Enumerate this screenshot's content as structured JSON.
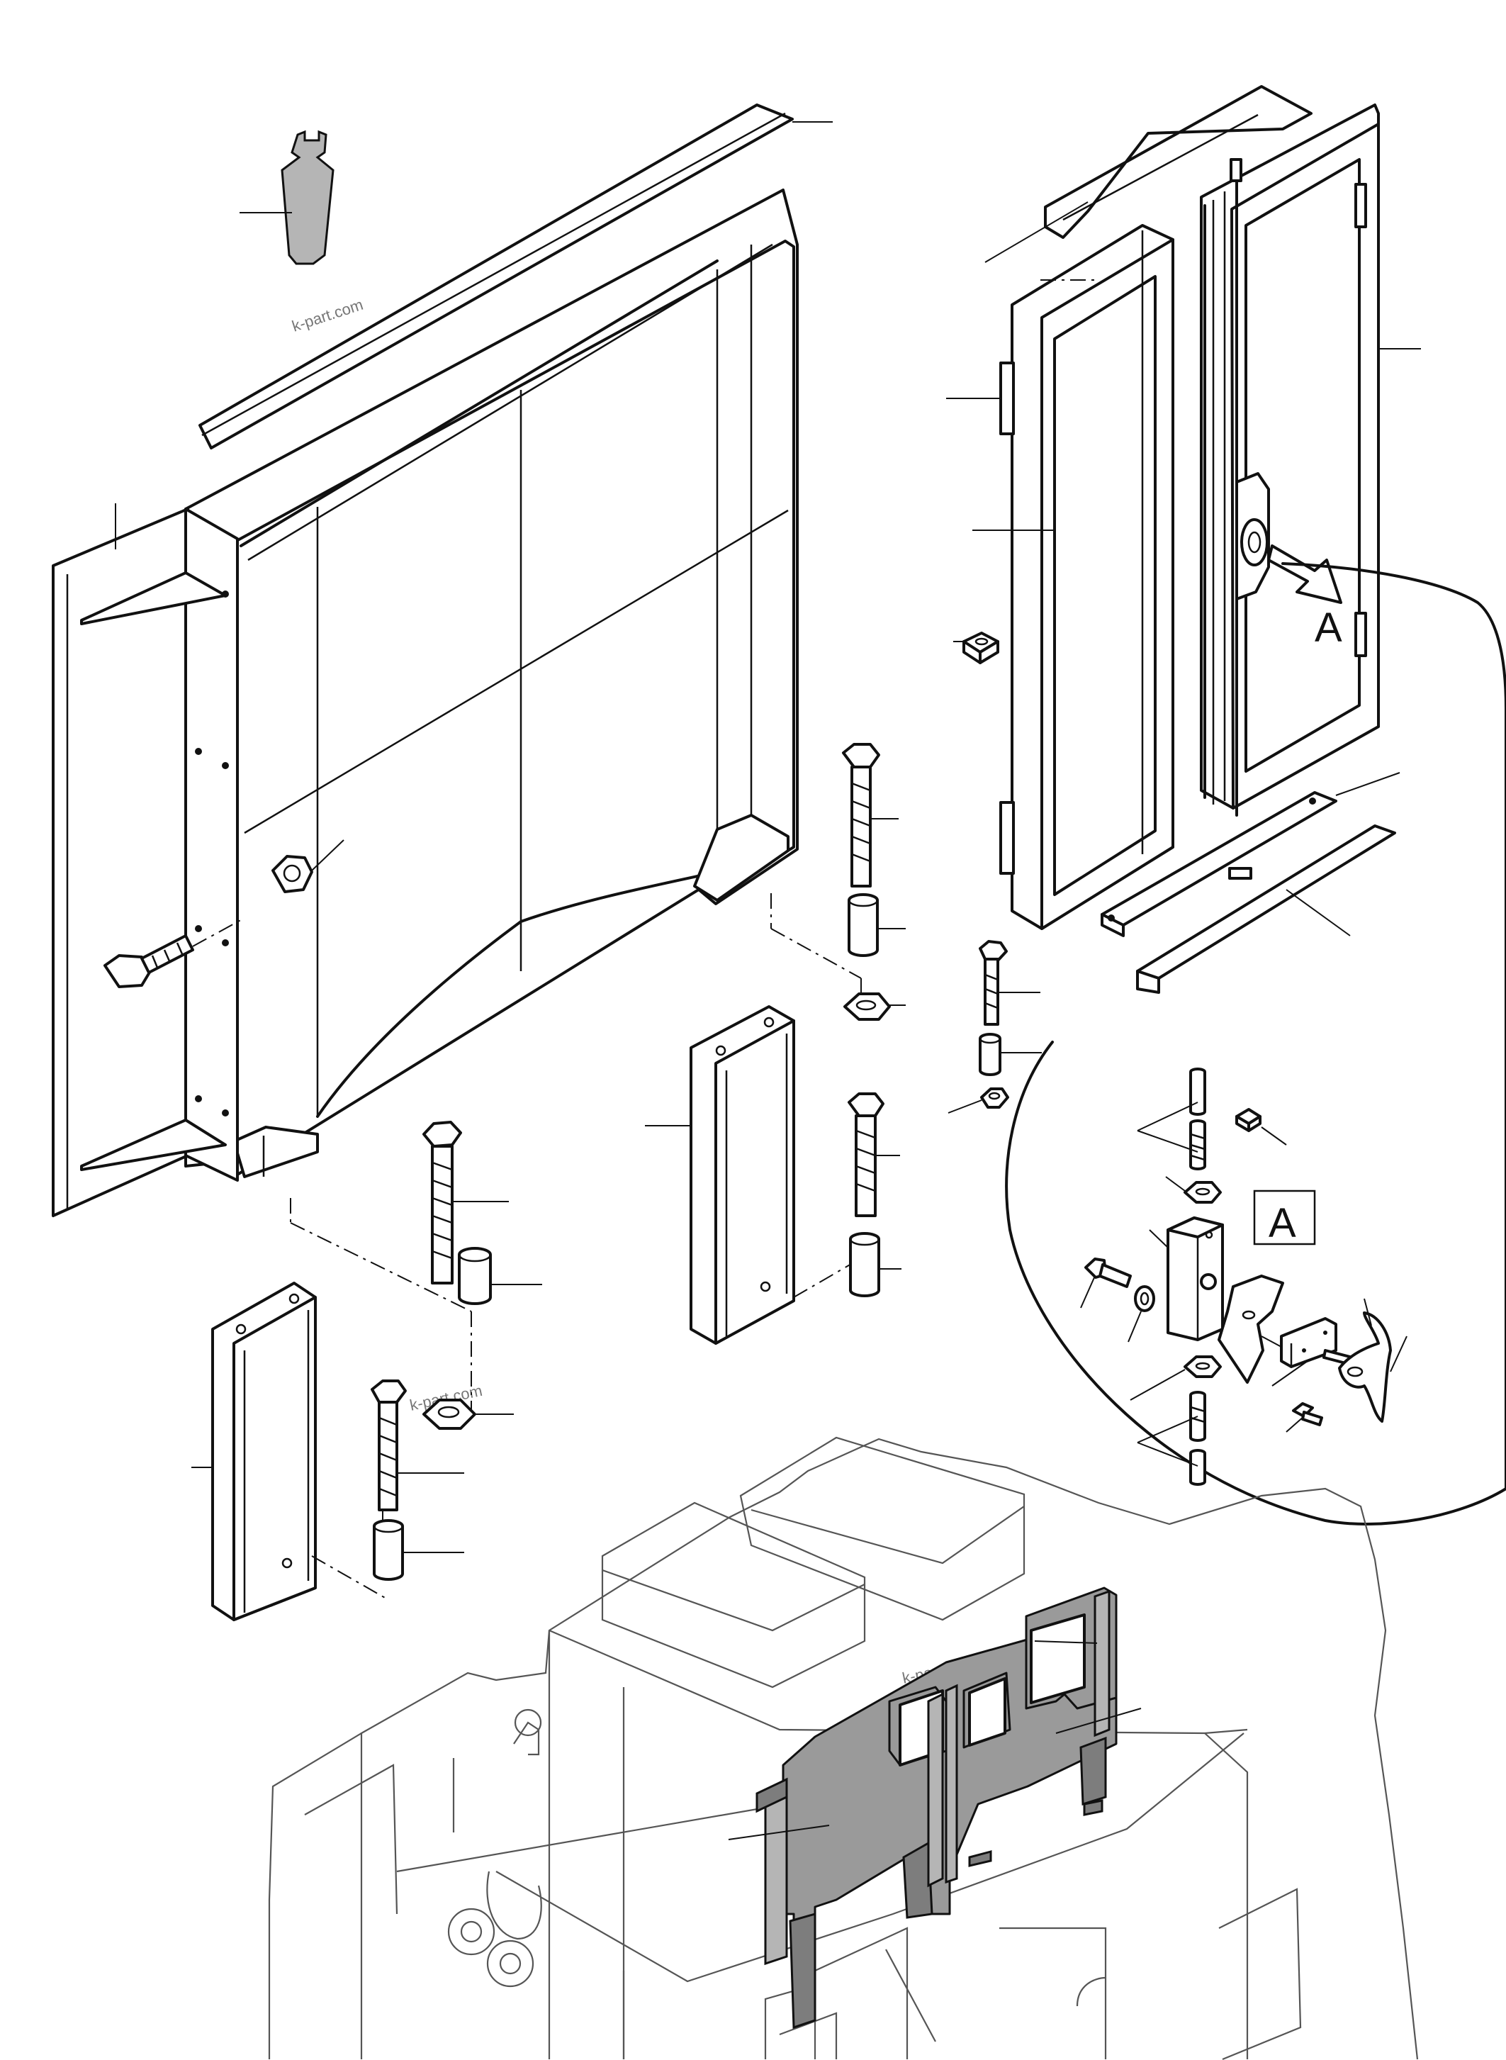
{
  "watermarks": [
    "k-part.com",
    "k-part.com",
    "k-part.com",
    "k-part.com"
  ],
  "detail": {
    "arrow_label": "A",
    "box_label": "A"
  }
}
